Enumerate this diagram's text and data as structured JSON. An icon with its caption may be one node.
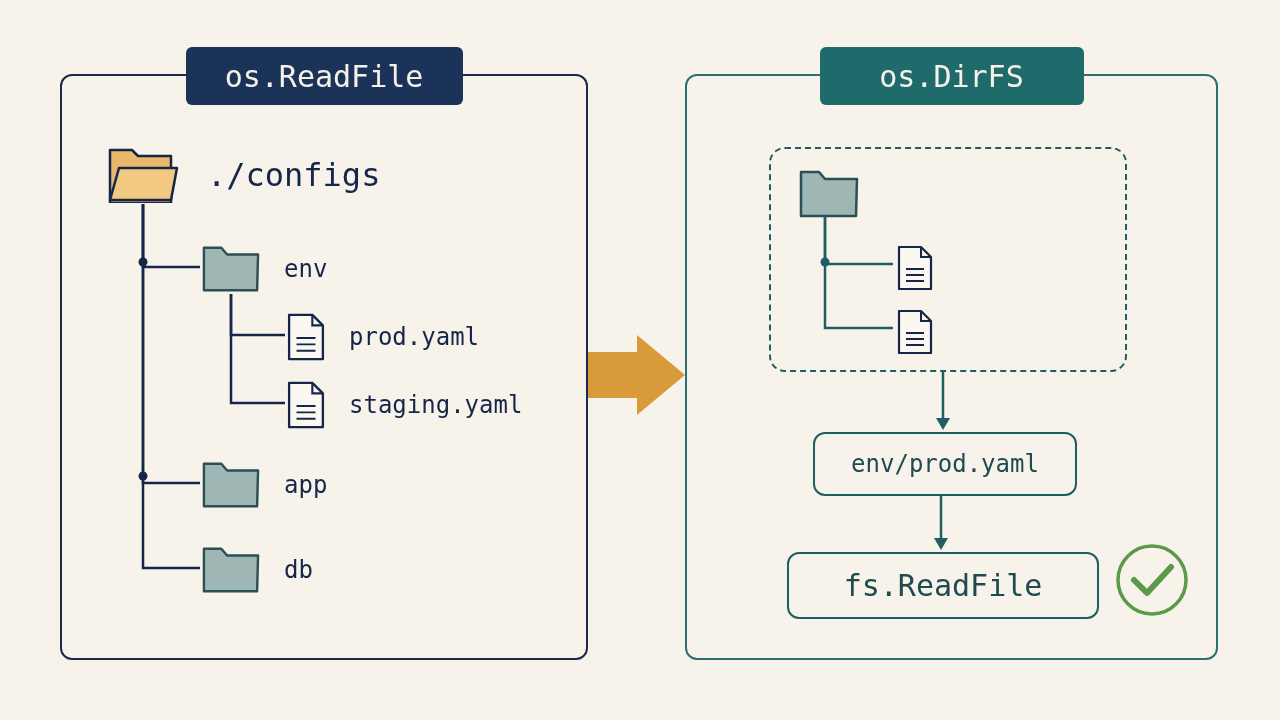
{
  "diagram": {
    "nodes": [
      {
        "text": [
          "os.ReadFile"
        ]
      },
      {
        "text": [
          "./configs"
        ],
        "in": 0
      },
      {
        "text": [
          "env"
        ],
        "in": 0
      },
      {
        "text": [
          "prod.yaml"
        ],
        "in": 0
      },
      {
        "text": [
          "staging.yaml"
        ],
        "in": 0
      },
      {
        "text": [
          "app"
        ],
        "in": 0
      },
      {
        "text": [
          "db"
        ],
        "in": 0
      },
      {
        "text": [
          "os.DirFS"
        ]
      },
      {
        "text": [],
        "shape": "box",
        "in": 7
      },
      {
        "text": [],
        "shape": "folder",
        "in": 8
      },
      {
        "text": [],
        "shape": "document",
        "in": 8
      },
      {
        "text": [],
        "shape": "document",
        "in": 8
      },
      {
        "text": [
          "env/prod.yaml"
        ],
        "in": 7
      },
      {
        "text": [
          "fs.ReadFile"
        ],
        "in": 7
      }
    ],
    "edges": [
      {
        "from": 1,
        "to": 2,
        "arrow": "none"
      },
      {
        "from": 2,
        "to": 3,
        "arrow": "none"
      },
      {
        "from": 2,
        "to": 4,
        "arrow": "none"
      },
      {
        "from": 1,
        "to": 5,
        "arrow": "none"
      },
      {
        "from": 1,
        "to": 6,
        "arrow": "none"
      },
      {
        "from": 0,
        "to": 7,
        "arrow": "to",
        "style": "thick",
        "color": "#d99a3a"
      },
      {
        "from": 9,
        "to": 10,
        "arrow": "none",
        "color": "#1f5f63"
      },
      {
        "from": 9,
        "to": 11,
        "arrow": "none",
        "color": "#1f5f63"
      },
      {
        "from": 8,
        "to": 12,
        "arrow": "to",
        "color": "#1f5f63"
      },
      {
        "from": 12,
        "to": 13,
        "arrow": "to",
        "color": "#1f5f63"
      }
    ]
  }
}
